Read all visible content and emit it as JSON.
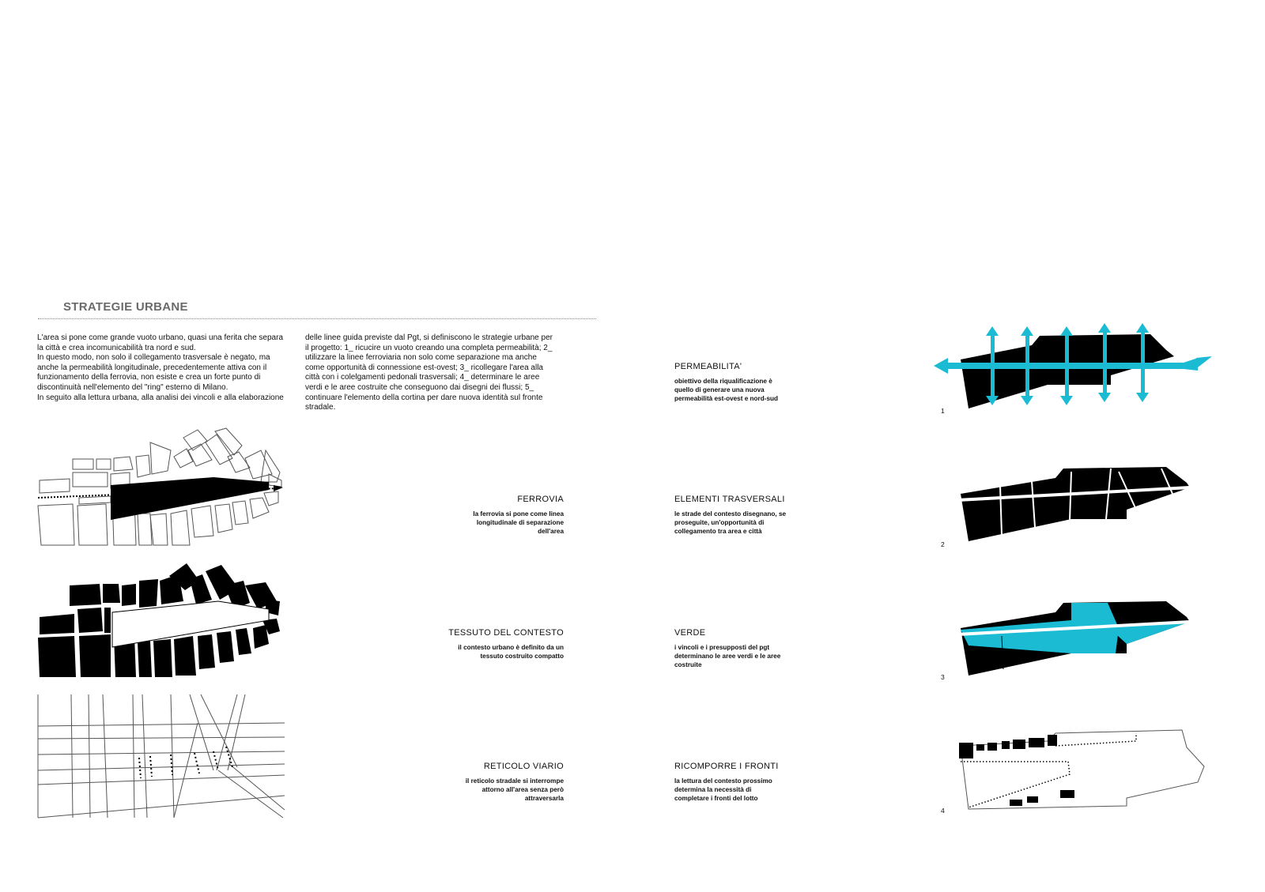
{
  "heading": "STRATEGIE URBANE",
  "intro": {
    "col1": [
      "L'area si pone come grande vuoto urbano, quasi una ferita che separa",
      "la città e crea incomunicabilità tra nord e sud.",
      "In questo modo, non solo il collegamento trasversale è negato, ma",
      "anche la permeabilità longitudinale, precedentemente attiva con il",
      "funzionamento della ferrovia, non esiste e crea un forte punto di",
      "discontinuità nell'elemento del \"ring\" esterno di Milano.",
      "In seguito alla lettura urbana, alla analisi dei vincoli e alla elaborazione"
    ],
    "col2": [
      " delle linee guida previste dal Pgt, si definiscono le strategie urbane per",
      "il progetto: 1_ ricucire un vuoto creando una completa permeabilità; 2_",
      "utilizzare la linee ferroviaria non solo come separazione ma anche",
      "come opportunità di connessione est-ovest; 3_ ricollegare l'area alla",
      "città con i colelgamenti pedonali trasversali; 4_ determinare le aree",
      "verdi e le aree costruite che conseguono dai disegni dei flussi; 5_",
      "continuare l'elemento della cortina per dare nuova identità sul fronte",
      "stradale."
    ]
  },
  "analysis": [
    {
      "label": "FERROVIA",
      "desc": [
        "la ferrovia si pone come linea",
        "longitudinale di separazione",
        "dell'area"
      ]
    },
    {
      "label": "TESSUTO DEL CONTESTO",
      "desc": [
        "il contesto urbano è definito da un",
        "tessuto costruito compatto"
      ]
    },
    {
      "label": "RETICOLO VIARIO",
      "desc": [
        "il reticolo stradale si interrompe",
        "attorno all'area senza però",
        "attraversarla"
      ]
    }
  ],
  "strategies": [
    {
      "label": "PERMEABILITA'",
      "desc": [
        "obiettivo della riqualificazione è",
        "quello di generare una nuova",
        "permeabilità est-ovest e nord-sud"
      ],
      "num": "1"
    },
    {
      "label": "ELEMENTI TRASVERSALI",
      "desc": [
        "le strade del contesto disegnano, se",
        "proseguite, un'opportunità di",
        "collegamento tra area e città"
      ],
      "num": "2"
    },
    {
      "label": "VERDE",
      "desc": [
        "i vincoli e i presupposti del pgt",
        "determinano le aree verdi e le aree",
        "costruite"
      ],
      "num": "3"
    },
    {
      "label": "RICOMPORRE I FRONTI",
      "desc": [
        "la lettura del contesto prossimo",
        "determina la necessità di",
        "completare i fronti del lotto"
      ],
      "num": "4"
    }
  ],
  "colors": {
    "accent": "#1bbbd4",
    "ink": "#000000",
    "heading": "#6a6a6a"
  }
}
